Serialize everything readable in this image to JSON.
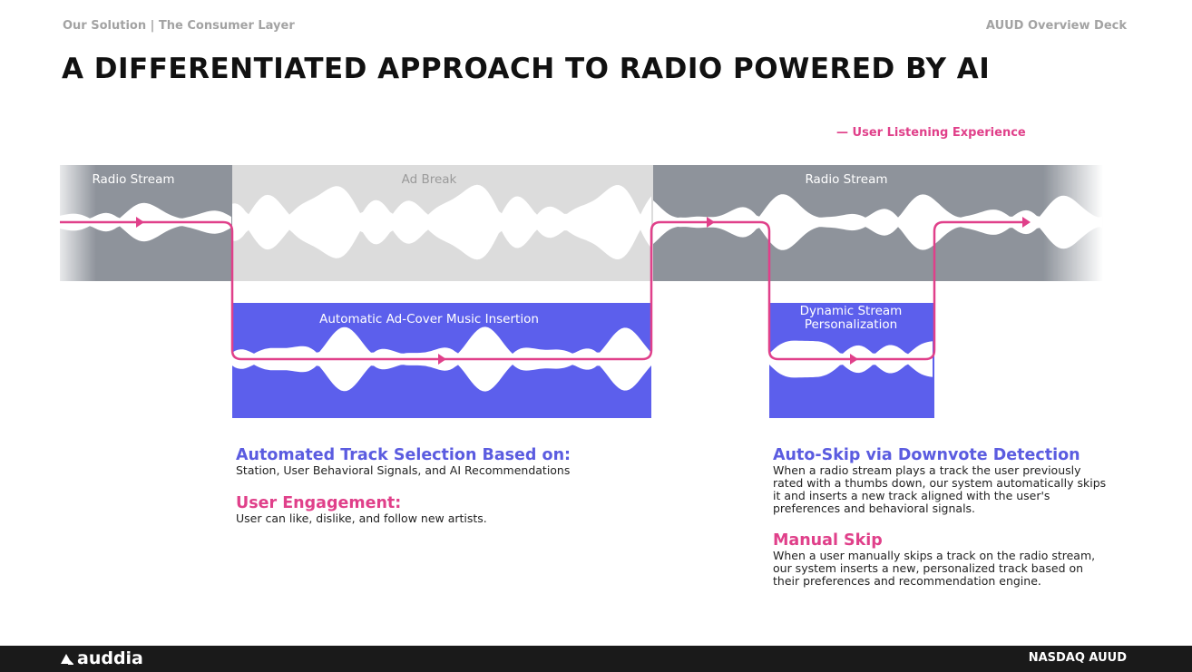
{
  "header": {
    "section": "Our Solution | The Consumer Layer",
    "deck": "AUUD Overview Deck"
  },
  "title": "A DIFFERENTIATED APPROACH TO RADIO POWERED BY AI",
  "legend": "— User Listening Experience",
  "diagram": {
    "segments": {
      "radio_stream_1": "Radio Stream",
      "ad_break": "Ad Break",
      "radio_stream_2": "Radio Stream"
    },
    "insert_ad_cover": "Automatic Ad-Cover Music Insertion",
    "insert_personalization_line1": "Dynamic Stream",
    "insert_personalization_line2": "Personalization"
  },
  "left_notes": [
    {
      "heading": "Automated Track Selection Based on:",
      "body": "Station, User Behavioral Signals, and AI Recommendations"
    },
    {
      "heading": "User Engagement:",
      "body": "User can like, dislike, and follow new artists."
    }
  ],
  "right_notes": [
    {
      "heading": "Auto-Skip via Downvote Detection",
      "body": "When a radio stream plays a track the user previously rated with a thumbs down, our system automatically skips it and inserts a new track aligned with the user's preferences and behavioral signals."
    },
    {
      "heading": "Manual Skip",
      "body": "When a user manually skips a track on the radio stream, our system inserts a new, personalized track based on their preferences and recommendation engine."
    }
  ],
  "footer": {
    "logo": "auddia",
    "ticker": "NASDAQ AUUD"
  },
  "colors": {
    "pink": "#e0408a",
    "purple": "#5c5fec",
    "dark_gray": "#8e939b",
    "light_gray": "#dcdcdc"
  }
}
